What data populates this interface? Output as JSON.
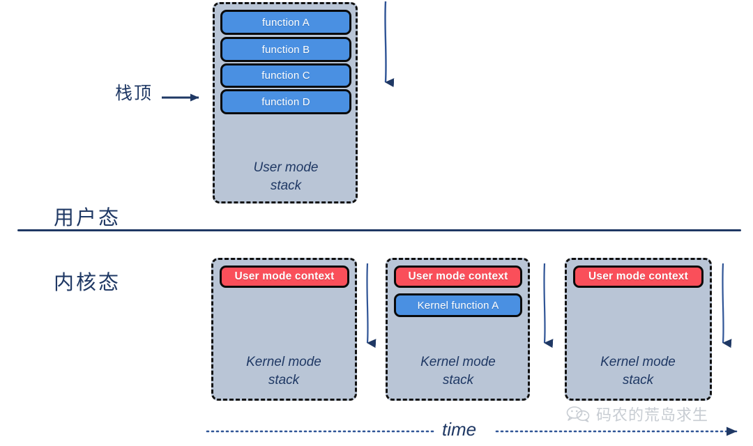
{
  "diagram": {
    "title_present": false,
    "colors": {
      "user_block": "#4a90e2",
      "context_block": "#fa4f5a",
      "stack_fill": "#b9c5d6",
      "stack_border": "#111111",
      "accent_navy": "#1f3864",
      "watermark_gray": "#9aa3ae"
    }
  },
  "labels": {
    "stack_top": "栈顶",
    "user_mode": "用户态",
    "kernel_mode": "内核态",
    "time_axis": "time"
  },
  "user_stack": {
    "caption_line1": "User mode",
    "caption_line2": "stack",
    "frames": [
      {
        "label": "function A"
      },
      {
        "label": "function B"
      },
      {
        "label": "function C"
      },
      {
        "label": "function D"
      }
    ]
  },
  "kernel_stacks": [
    {
      "caption_line1": "Kernel mode",
      "caption_line2": "stack",
      "frames": [
        {
          "label": "User mode context",
          "kind": "red"
        }
      ]
    },
    {
      "caption_line1": "Kernel mode",
      "caption_line2": "stack",
      "frames": [
        {
          "label": "User mode context",
          "kind": "red"
        },
        {
          "label": "Kernel function A",
          "kind": "blue"
        }
      ]
    },
    {
      "caption_line1": "Kernel mode",
      "caption_line2": "stack",
      "frames": [
        {
          "label": "User mode context",
          "kind": "red"
        }
      ]
    }
  ],
  "watermark": {
    "text": "码农的荒岛求生",
    "icon": "wechat-icon"
  }
}
